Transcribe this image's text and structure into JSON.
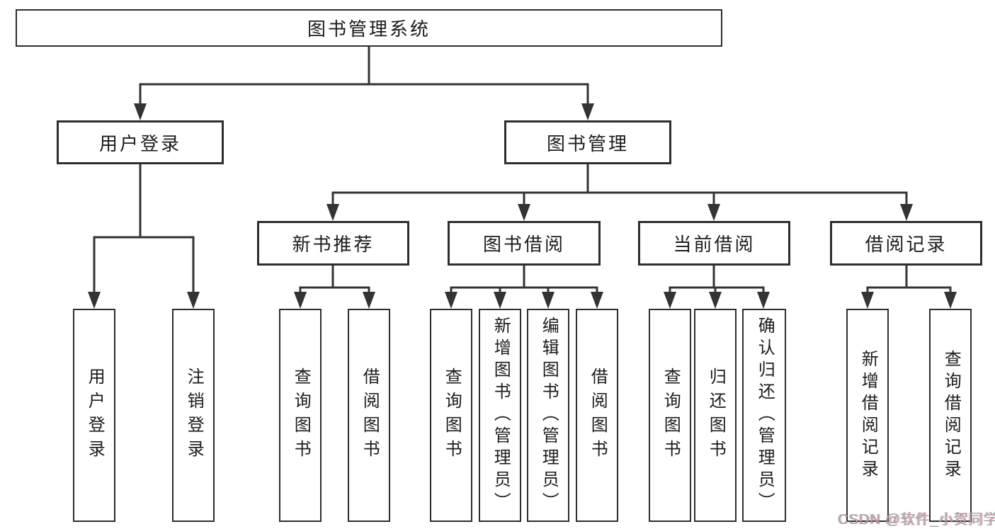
{
  "page": {
    "background_color": "#ffffff",
    "line_color": "#333333",
    "box_border_color": "#2e2e2e",
    "text_color": "#1c1c1c",
    "watermark_color": "#a7a7a7"
  },
  "tree": {
    "root": "图书管理系统",
    "children": [
      {
        "label": "用户登录",
        "children": [
          "用户登录",
          "注销登录"
        ]
      },
      {
        "label": "图书管理",
        "children": [
          {
            "label": "新书推荐",
            "children": [
              "查询图书",
              "借阅图书"
            ]
          },
          {
            "label": "图书借阅",
            "children": [
              "查询图书",
              "新增图书（管理员）",
              "编辑图书（管理员）",
              "借阅图书"
            ]
          },
          {
            "label": "当前借阅",
            "children": [
              "查询图书",
              "归还图书",
              "确认归还（管理员）"
            ]
          },
          {
            "label": "借阅记录",
            "children": [
              "新增借阅记录",
              "查询借阅记录"
            ]
          }
        ]
      }
    ]
  },
  "watermark": {
    "text": "CSDN @软件_小贺同学"
  }
}
